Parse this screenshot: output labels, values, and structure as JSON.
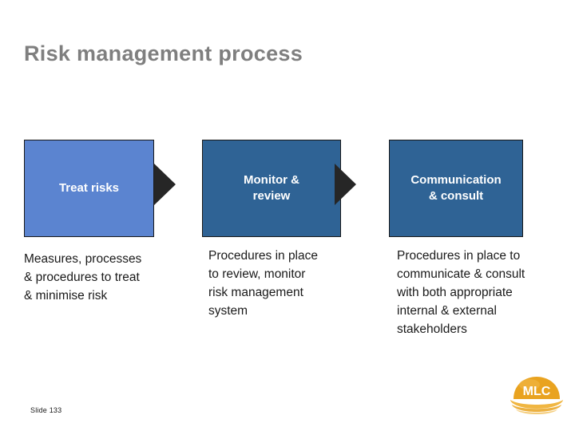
{
  "slide": {
    "title": "Risk management process",
    "slide_number_label": "Slide 133",
    "background_color": "#ffffff",
    "title_color": "#7f7f7f"
  },
  "process": {
    "arrow_color": "#262626",
    "steps": [
      {
        "key": "treat-risks",
        "box_label": "Treat risks",
        "box_color": "#5b84d0",
        "description": "Measures, processes\n&  procedures to treat\n& minimise risk",
        "has_arrow_after": true
      },
      {
        "key": "monitor-review",
        "box_label": "Monitor &\nreview",
        "box_color": "#2f6395",
        "description": "Procedures in place\nto review, monitor\nrisk management\nsystem",
        "has_arrow_after": true
      },
      {
        "key": "communication-consult",
        "box_label": "Communication\n& consult",
        "box_color": "#2f6395",
        "description": "Procedures in place to\ncommunicate & consult\nwith both appropriate\ninternal & external\nstakeholders",
        "has_arrow_after": false
      }
    ]
  },
  "logo": {
    "name": "mlc-logo",
    "text": "MLC",
    "dome_color": "#e9a320",
    "dome_highlight_color": "#f2b94a",
    "wave_color": "#f0b642",
    "text_color": "#ffffff"
  }
}
